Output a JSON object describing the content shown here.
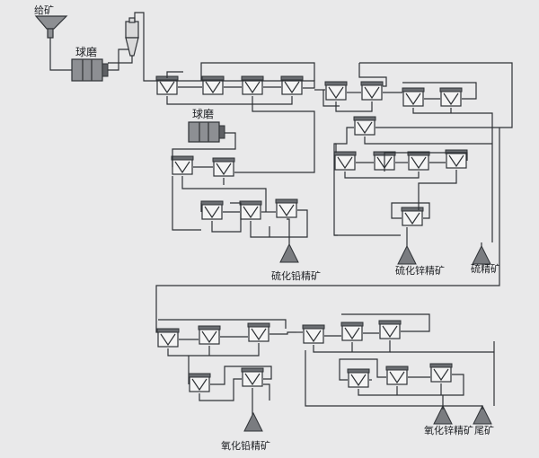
{
  "labels": {
    "feed": "给矿",
    "ball_mill_1": "球磨",
    "ball_mill_2": "球磨",
    "lead_sulfide_concentrate": "硫化铅精矿",
    "zinc_sulfide_concentrate": "硫化锌精矿",
    "sulfur_concentrate": "硫精矿",
    "lead_oxide_concentrate": "氧化铅精矿",
    "zinc_oxide_concentrate": "氧化锌精矿",
    "tailings": "尾矿"
  },
  "colors": {
    "background": "#e9e9ea",
    "line": "#2f3236",
    "equipment_fill": "#8d8f93",
    "product_cone": "#7a7c80"
  }
}
